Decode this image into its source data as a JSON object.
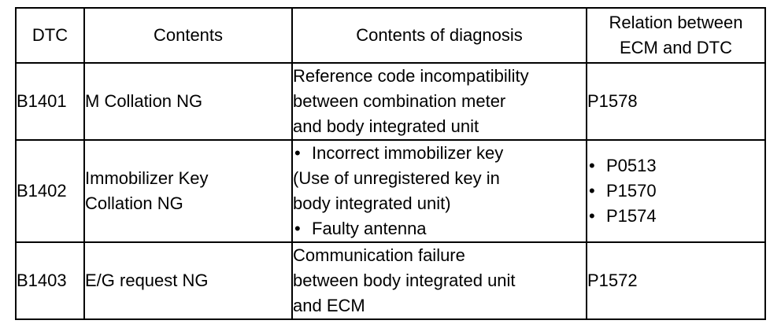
{
  "table": {
    "headers": {
      "dtc": "DTC",
      "contents": "Contents",
      "diagnosis": "Contents of diagnosis",
      "relation_line1": "Relation between",
      "relation_line2": "ECM and DTC"
    },
    "rows": [
      {
        "dtc": "B1401",
        "contents": [
          "M Collation NG"
        ],
        "diagnosis": [
          "Reference code incompatibility",
          "between combination meter",
          "and body integrated unit"
        ],
        "relation": [
          "P1578"
        ]
      },
      {
        "dtc": "B1402",
        "contents": [
          "Immobilizer Key",
          "Collation NG"
        ],
        "diagnosis_bullets": [
          {
            "bullet": "•",
            "lines": [
              "Incorrect immobilizer key",
              "(Use of unregistered key in",
              "body integrated unit)"
            ]
          },
          {
            "bullet": "•",
            "lines": [
              "Faulty antenna"
            ]
          }
        ],
        "relation_bullets": [
          {
            "bullet": "•",
            "text": "P0513"
          },
          {
            "bullet": "•",
            "text": "P1570"
          },
          {
            "bullet": "•",
            "text": "P1574"
          }
        ]
      },
      {
        "dtc": "B1403",
        "contents": [
          "E/G request NG"
        ],
        "diagnosis": [
          "Communication failure",
          "between body integrated unit",
          "and ECM"
        ],
        "relation": [
          "P1572"
        ]
      }
    ]
  }
}
